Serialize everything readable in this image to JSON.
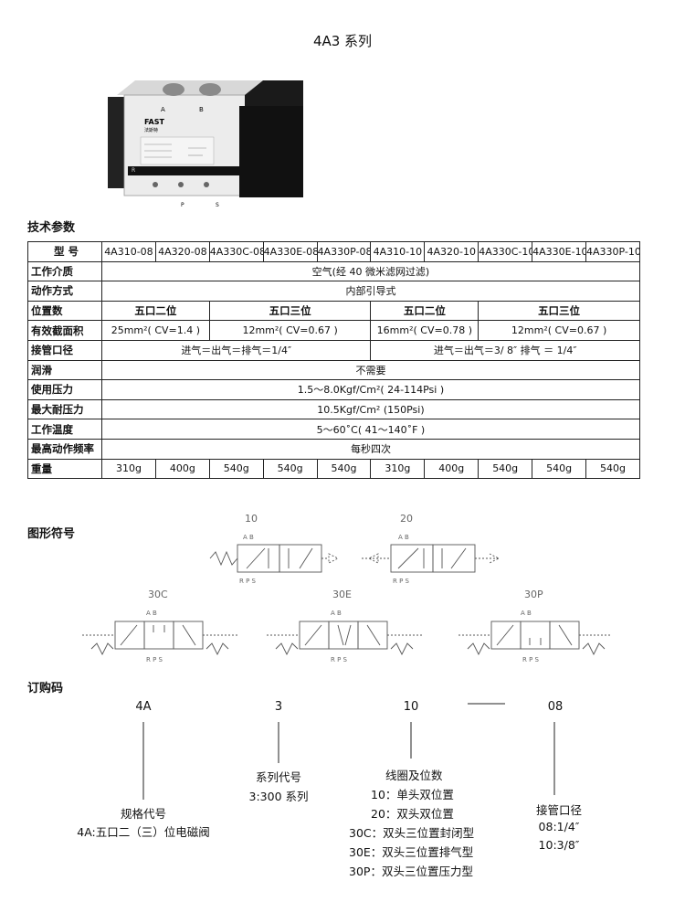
{
  "title": "4A3 系列",
  "photo": {
    "port_labels": [
      "A",
      "B"
    ],
    "bottom_labels": [
      "R",
      "P",
      "S"
    ],
    "brand": "FAST",
    "brand_sub": "法斯特"
  },
  "spec": {
    "heading": "技术参数",
    "model_label": "型 号",
    "models": [
      "4A310-08",
      "4A320-08",
      "4A330C-08",
      "4A330E-08",
      "4A330P-08",
      "4A310-10",
      "4A320-10",
      "4A330C-10",
      "4A330E-10",
      "4A330P-10"
    ],
    "medium_label": "工作介质",
    "medium": "空气(经 40 微米滤网过滤)",
    "action_label": "动作方式",
    "action": "内部引导式",
    "position_label": "位置数",
    "positions": [
      "五口二位",
      "五口三位",
      "五口二位",
      "五口三位"
    ],
    "area_label": "有效截面积",
    "areas": [
      "25mm²( CV=1.4 )",
      "12mm²( CV=0.67 )",
      "16mm²( CV=0.78 )",
      "12mm²( CV=0.67 )"
    ],
    "port_label": "接管口径",
    "ports": [
      "进气＝出气＝排气＝1/4″",
      "进气＝出气＝3/ 8″    排气 ＝ 1/4″"
    ],
    "lube_label": "润滑",
    "lube": "不需要",
    "pressure_label": "使用压力",
    "pressure": "1.5～8.0Kgf/Cm²( 24-114Psi )",
    "maxp_label": "最大耐压力",
    "maxp": "10.5Kgf/Cm²  (150Psi)",
    "temp_label": "工作温度",
    "temp": "5～60˚C( 41～140˚F )",
    "freq_label": "最高动作频率",
    "freq": "每秒四次",
    "weight_label": "重量",
    "weights": [
      "310g",
      "400g",
      "540g",
      "540g",
      "540g",
      "310g",
      "400g",
      "540g",
      "540g",
      "540g"
    ]
  },
  "symbols": {
    "heading": "图形符号",
    "labels": [
      "10",
      "20",
      "30C",
      "30E",
      "30P"
    ],
    "ab": "A  B",
    "rps": "R P S"
  },
  "order": {
    "heading": "订购码",
    "codes": [
      "4A",
      "3",
      "10",
      "08"
    ],
    "spec_title": "规格代号",
    "spec_desc": "4A:五口二（三）位电磁阀",
    "series_title": "系列代号",
    "series_desc": "3:300 系列",
    "coil_title": "线圈及位数",
    "coil_items": [
      "10：单头双位置",
      "20：双头双位置",
      "30C：双头三位置封闭型",
      "30E：双头三位置排气型",
      "30P：双头三位置压力型"
    ],
    "port_title": "接管口径",
    "port_items": [
      "08:1/4″",
      "10:3/8″"
    ]
  }
}
